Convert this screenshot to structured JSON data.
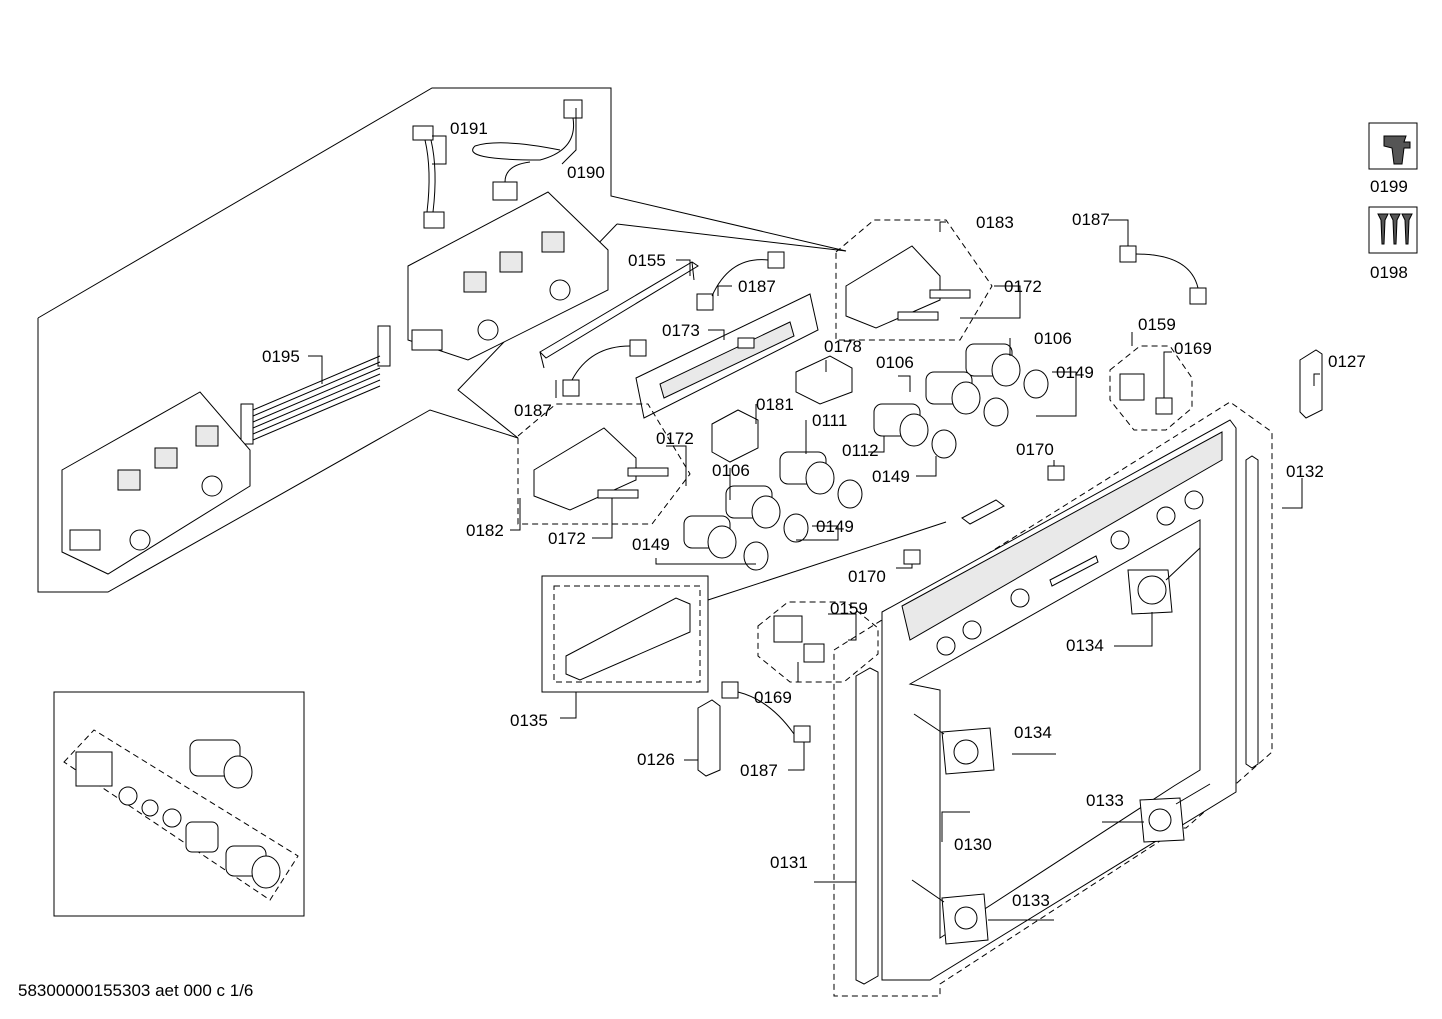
{
  "document_id": "58300000155303 aet 000 c 1/6",
  "icons": {
    "tool_icon": "wrench-icon",
    "screws_icon": "screws-icon",
    "tool_label": "0199",
    "screws_label": "0198"
  },
  "callouts": {
    "c0191": "0191",
    "c0190": "0190",
    "c0195": "0195",
    "c0155": "0155",
    "c0187a": "0187",
    "c0173": "0173",
    "c0187b": "0187",
    "c0178": "0178",
    "c0181": "0181",
    "c0111": "0111",
    "c0172a": "0172",
    "c0182": "0182",
    "c0172b": "0172",
    "c0183": "0183",
    "c0172c": "0172",
    "c0106a": "0106",
    "c0106b": "0106",
    "c0149a": "0149",
    "c0112": "0112",
    "c0149b": "0149",
    "c0106c": "0106",
    "c0149c": "0149",
    "c0149d": "0149",
    "c0187c": "0187",
    "c0159a": "0159",
    "c0169a": "0169",
    "c0127": "0127",
    "c0170a": "0170",
    "c0132": "0132",
    "c0170b": "0170",
    "c0134a": "0134",
    "c0159b": "0159",
    "c0169b": "0169",
    "c0135": "0135",
    "c0126": "0126",
    "c0187d": "0187",
    "c0134b": "0134",
    "c0133a": "0133",
    "c0130": "0130",
    "c0131": "0131",
    "c0133b": "0133"
  }
}
